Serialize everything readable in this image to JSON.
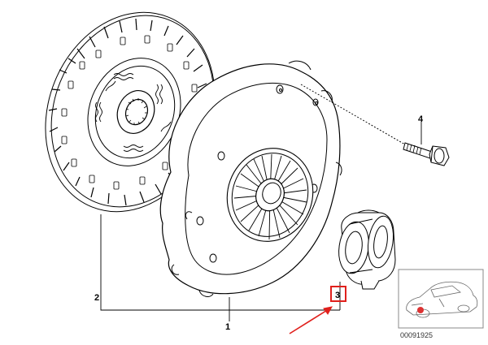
{
  "diagram": {
    "callouts": [
      {
        "id": "1",
        "label": "1"
      },
      {
        "id": "2",
        "label": "2"
      },
      {
        "id": "3",
        "label": "3"
      },
      {
        "id": "4",
        "label": "4"
      }
    ],
    "reference_code": "00091925",
    "highlight_color": "#e0201c",
    "line_color": "#000000"
  }
}
